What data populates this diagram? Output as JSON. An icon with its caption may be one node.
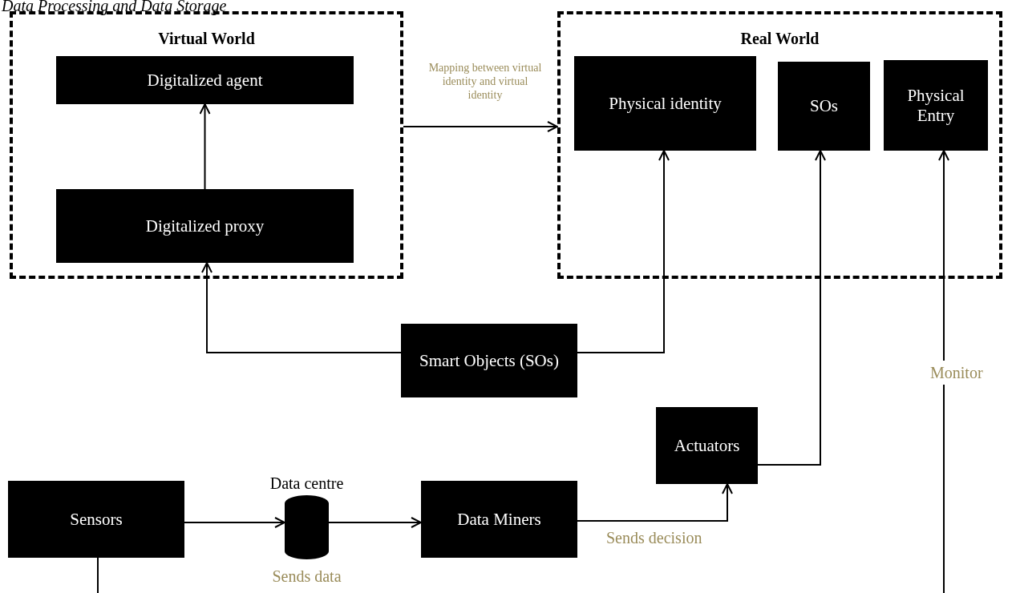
{
  "diagram": {
    "nodes": [
      {
        "text": [
          "Virtual World"
        ]
      },
      {
        "text": [
          "Digitalized agent"
        ],
        "in": 0
      },
      {
        "text": [
          "Digitalized proxy"
        ],
        "in": 0
      },
      {
        "text": [
          "Real World"
        ]
      },
      {
        "text": [
          "Physical identity"
        ],
        "in": 3
      },
      {
        "text": [
          "SOs"
        ],
        "in": 3
      },
      {
        "text": [
          "Physical Entry"
        ],
        "in": 3
      },
      {
        "text": [
          "Smart Objects (SOs)"
        ]
      },
      {
        "text": [
          "Actuators"
        ]
      },
      {
        "text": [
          "Sensors"
        ]
      },
      {
        "text": [],
        "shape": "cylinder",
        "beside": [
          "Data centre",
          "Sends data"
        ]
      },
      {
        "text": [
          "Data Miners"
        ]
      }
    ],
    "edges": [
      {
        "from": 2,
        "to": 1,
        "arrow": "to"
      },
      {
        "from": 0,
        "to": 3,
        "arrow": "to",
        "label": "Mapping between virtual identity and virtual identity"
      },
      {
        "from": 7,
        "to": 2,
        "arrow": "to"
      },
      {
        "from": 7,
        "to": 4,
        "arrow": "to"
      },
      {
        "from": 8,
        "to": 5,
        "arrow": "to"
      },
      {
        "from": 9,
        "to": 10,
        "arrow": "to"
      },
      {
        "from": 10,
        "to": 11,
        "arrow": "to"
      },
      {
        "from": 11,
        "to": 8,
        "arrow": "to",
        "label": "Sends decision"
      },
      {
        "from": 9,
        "to": null,
        "arrow": "none"
      },
      {
        "from": null,
        "to": 6,
        "arrow": "to",
        "label": "Monitor"
      }
    ],
    "labels": [
      "Data Processing and Data Storage"
    ]
  }
}
